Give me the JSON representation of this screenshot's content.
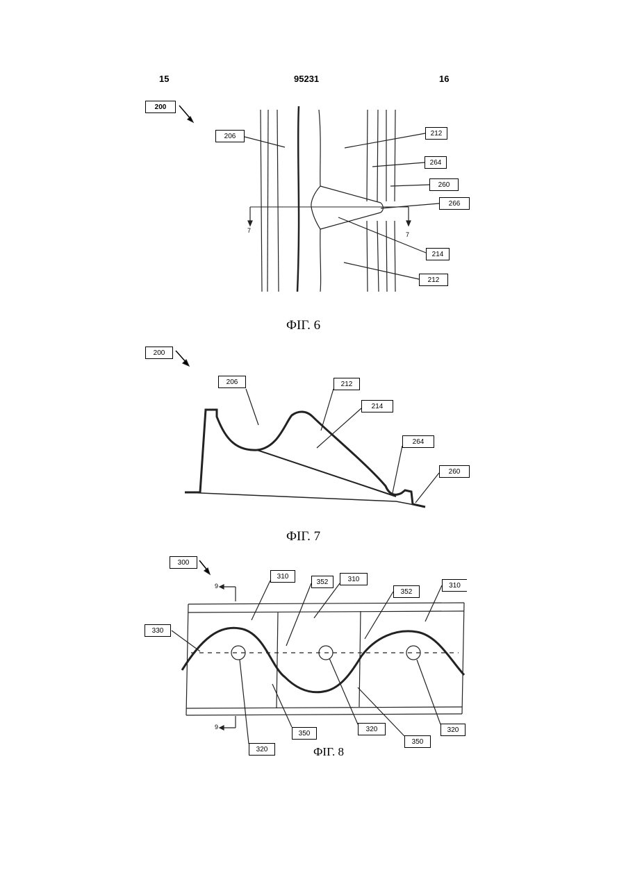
{
  "header": {
    "left_page": "15",
    "patent_number": "95231",
    "right_page": "16"
  },
  "figure6": {
    "caption": "ФІГ. 6",
    "labels": {
      "ref200": "200",
      "l206": "206",
      "l212a": "212",
      "l264": "264",
      "l260": "260",
      "l266": "266",
      "l214": "214",
      "l212b": "212"
    },
    "section_left": "7",
    "section_right": "7"
  },
  "figure7": {
    "caption": "ФІГ. 7",
    "labels": {
      "ref200": "200",
      "l206": "206",
      "l212": "212",
      "l214": "214",
      "l264": "264",
      "l260": "260"
    }
  },
  "figure8": {
    "caption": "ФІГ. 8",
    "labels": {
      "ref300": "300",
      "l310a": "310",
      "l352a": "352",
      "l310b": "310",
      "l352b": "352",
      "l310c": "310",
      "l330": "330",
      "l350a": "350",
      "l320a": "320",
      "l320b": "320",
      "l350b": "350",
      "l320c": "320"
    },
    "section_top": "9",
    "section_bottom": "9"
  }
}
